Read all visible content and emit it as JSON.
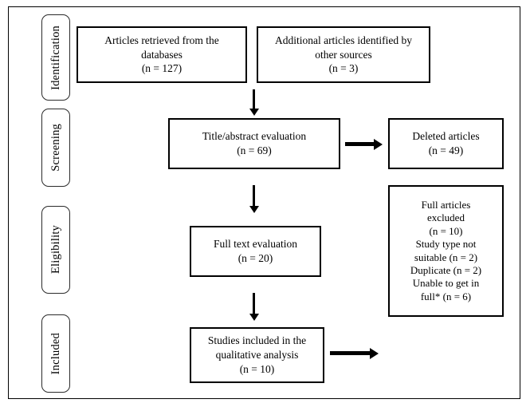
{
  "figure": {
    "type": "prisma-flow-diagram",
    "colors": {
      "background": "#ffffff",
      "line": "#000000",
      "stage_border": "#2b2b2b",
      "text": "#000000"
    }
  },
  "stages": [
    {
      "label": "Identification"
    },
    {
      "label": "Screening"
    },
    {
      "label": "Eligibility"
    },
    {
      "label": "Included"
    }
  ],
  "boxes": {
    "records_databases": {
      "lines": [
        "Articles retrieved from the",
        "databases",
        "(n = 127)"
      ],
      "count": 127
    },
    "records_other_sources": {
      "lines": [
        "Additional articles identified by",
        "other sources",
        "(n = 3)"
      ],
      "count": 3
    },
    "title_abstract": {
      "lines": [
        "Title/abstract evaluation",
        "(n = 69)"
      ],
      "count": 69
    },
    "deleted_articles": {
      "lines": [
        "Deleted articles",
        "(n = 49)"
      ],
      "count": 49
    },
    "full_text": {
      "lines": [
        "Full text evaluation",
        "(n = 20)"
      ],
      "count": 20
    },
    "full_articles_excluded": {
      "lines": [
        "Full articles",
        "excluded",
        "(n = 10)",
        "Study type not",
        "suitable (n = 2)",
        "Duplicate (n = 2)",
        "Unable to get in",
        "full* (n = 6)"
      ],
      "count": 10,
      "reasons": [
        {
          "label": "Study type not suitable",
          "count": 2
        },
        {
          "label": "Duplicate",
          "count": 2
        },
        {
          "label": "Unable to get in full*",
          "count": 6
        }
      ]
    },
    "studies_included": {
      "lines": [
        "Studies included in the",
        "qualitative analysis",
        "(n = 10)"
      ],
      "count": 10
    }
  }
}
